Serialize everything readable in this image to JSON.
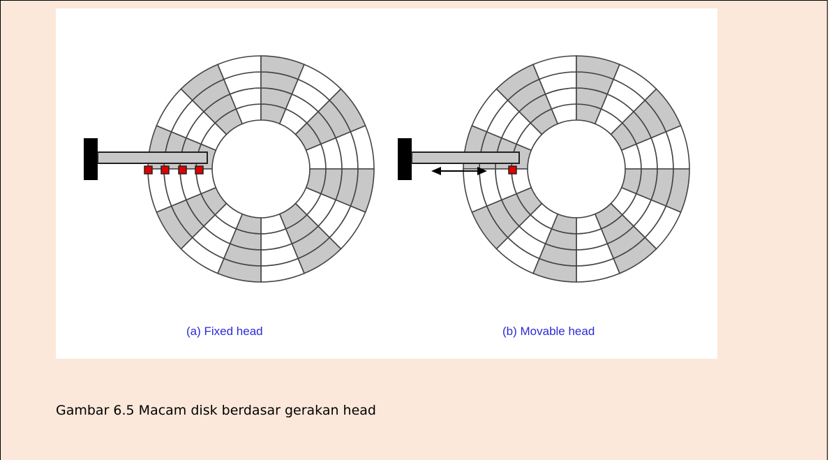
{
  "figure": {
    "label_a": "(a)  Fixed head",
    "label_b": "(b)  Movable head"
  },
  "caption": "Gambar 6.5 Macam disk berdasar gerakan head",
  "colors": {
    "page_background": "#fbe8da",
    "figure_background": "#ffffff",
    "sector_shade": "#c8c8c8",
    "arm": "#c8c8c8",
    "head": "#e00000",
    "mount": "#000000",
    "label_text": "#2a2ad8"
  }
}
